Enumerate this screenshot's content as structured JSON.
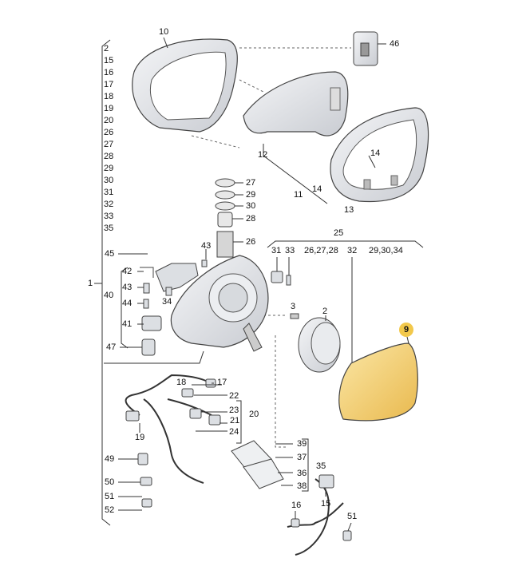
{
  "diagram": {
    "left_list": [
      "2",
      "15",
      "16",
      "17",
      "18",
      "19",
      "20",
      "26",
      "27",
      "28",
      "29",
      "30",
      "31",
      "32",
      "33",
      "35"
    ],
    "left_list_group_label": "1",
    "subgroup_label": "40",
    "labels": {
      "p10": "10",
      "p46": "46",
      "p12": "12",
      "p11": "11",
      "p14a": "14",
      "p14b": "14",
      "p13": "13",
      "p27": "27",
      "p29": "29",
      "p30": "30",
      "p28": "28",
      "p26": "26",
      "p43a": "43",
      "p25": "25",
      "p31": "31",
      "p33": "33",
      "p26_27_28": "26,27,28",
      "p32": "32",
      "p29_30_34": "29,30,34",
      "p45": "45",
      "p42": "42",
      "p43b": "43",
      "p34": "34",
      "p44": "44",
      "p41": "41",
      "p47": "47",
      "p3": "3",
      "p2": "2",
      "p9": "9",
      "p18": "18",
      "p17": "17",
      "p22": "22",
      "p23": "23",
      "p21": "21",
      "p20": "20",
      "p24": "24",
      "p19": "19",
      "p39": "39",
      "p37": "37",
      "p35": "35",
      "p36": "36",
      "p38": "38",
      "p49": "49",
      "p50": "50",
      "p51a": "51",
      "p52": "52",
      "p16": "16",
      "p15": "15",
      "p51b": "51"
    }
  },
  "colors": {
    "line": "#222222",
    "part_fill": "#e9ebee",
    "highlight": "#f2c84b",
    "glass": "#f7d98a"
  }
}
